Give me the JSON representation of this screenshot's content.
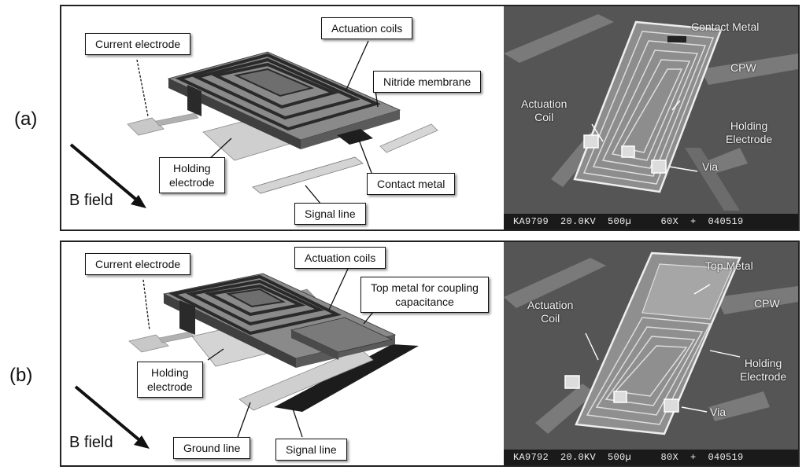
{
  "panels": [
    {
      "label": "(a)",
      "callouts": {
        "current_electrode": "Current electrode",
        "actuation_coils": "Actuation coils",
        "nitride_membrane": "Nitride membrane",
        "holding_electrode": "Holding\nelectrode",
        "contact_metal": "Contact metal",
        "signal_line": "Signal line"
      },
      "b_field": "B field",
      "sem": {
        "contact_metal": "Contact Metal",
        "cpw": "CPW",
        "actuation_coil": "Actuation\nCoil",
        "holding_electrode": "Holding\nElectrode",
        "via": "Via",
        "footer": "KA9799  20.0KV  500µ     60X  +  040519"
      }
    },
    {
      "label": "(b)",
      "callouts": {
        "current_electrode": "Current electrode",
        "actuation_coils": "Actuation coils",
        "top_metal": "Top metal for coupling\ncapacitance",
        "holding_electrode": "Holding\nelectrode",
        "ground_line": "Ground line",
        "signal_line": "Signal line"
      },
      "b_field": "B field",
      "sem": {
        "top_metal": "Top Metal",
        "cpw": "CPW",
        "actuation_coil": "Actuation\nCoil",
        "holding_electrode": "Holding\nElectrode",
        "via": "Via",
        "footer": "KA9792  20.0KV  500µ     80X  +  040519"
      }
    }
  ]
}
